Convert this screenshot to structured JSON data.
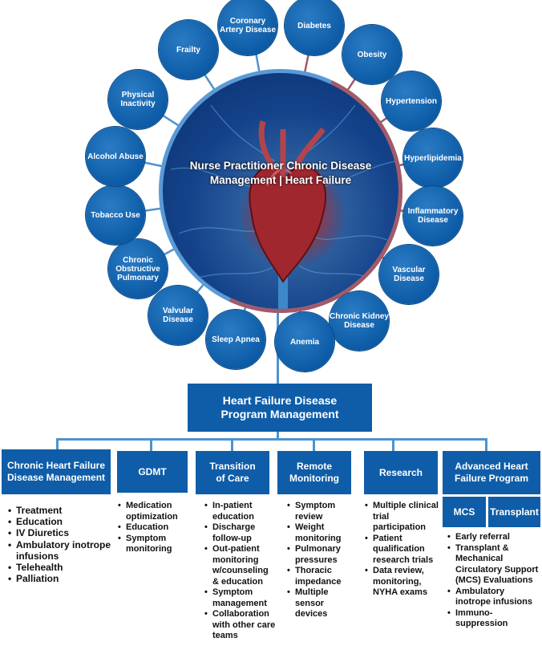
{
  "hub": {
    "title": "Nurse Practitioner Chronic Disease Management | Heart Failure"
  },
  "risk_factors": [
    "Coronary Artery Disease",
    "Diabetes",
    "Obesity",
    "Hypertension",
    "Hyperlipidemia",
    "Inflammatory Disease",
    "Vascular Disease",
    "Chronic Kidney Disease",
    "Anemia",
    "Sleep Apnea",
    "Valvular Disease",
    "Chronic Obstructive Pulmonary",
    "Tobacco Use",
    "Alcohol Abuse",
    "Physical Inactivity",
    "Frailty"
  ],
  "program": {
    "title": "Heart Failure Disease Program Management"
  },
  "columns": [
    {
      "title": "Chronic Heart Failure Disease Management",
      "items": [
        "Treatment",
        "Education",
        "IV Diuretics",
        "Ambulatory inotrope infusions",
        "Telehealth",
        "Palliation"
      ]
    },
    {
      "title": "GDMT",
      "items": [
        "Medication optimization",
        "Education",
        "Symptom monitoring"
      ]
    },
    {
      "title": "Transition of Care",
      "items": [
        "In-patient education",
        "Discharge follow-up",
        "Out-patient monitoring w/counseling & education",
        "Symptom management",
        "Collaboration with other care teams"
      ]
    },
    {
      "title": "Remote Monitoring",
      "items": [
        "Symptom review",
        "Weight monitoring",
        "Pulmonary pressures",
        "Thoracic impedance",
        "Multiple sensor devices"
      ]
    },
    {
      "title": "Research",
      "items": [
        "Multiple clinical trial participation",
        "Patient qualification research trials",
        "Data review, monitoring, NYHA exams"
      ]
    },
    {
      "title": "Advanced Heart Failure Program",
      "subboxes": [
        "MCS",
        "Transplant"
      ],
      "items": [
        "Early referral",
        "Transplant & Mechanical Circulatory Support (MCS) Evaluations",
        "Ambulatory inotrope infusions",
        "Immuno-suppression"
      ]
    }
  ]
}
